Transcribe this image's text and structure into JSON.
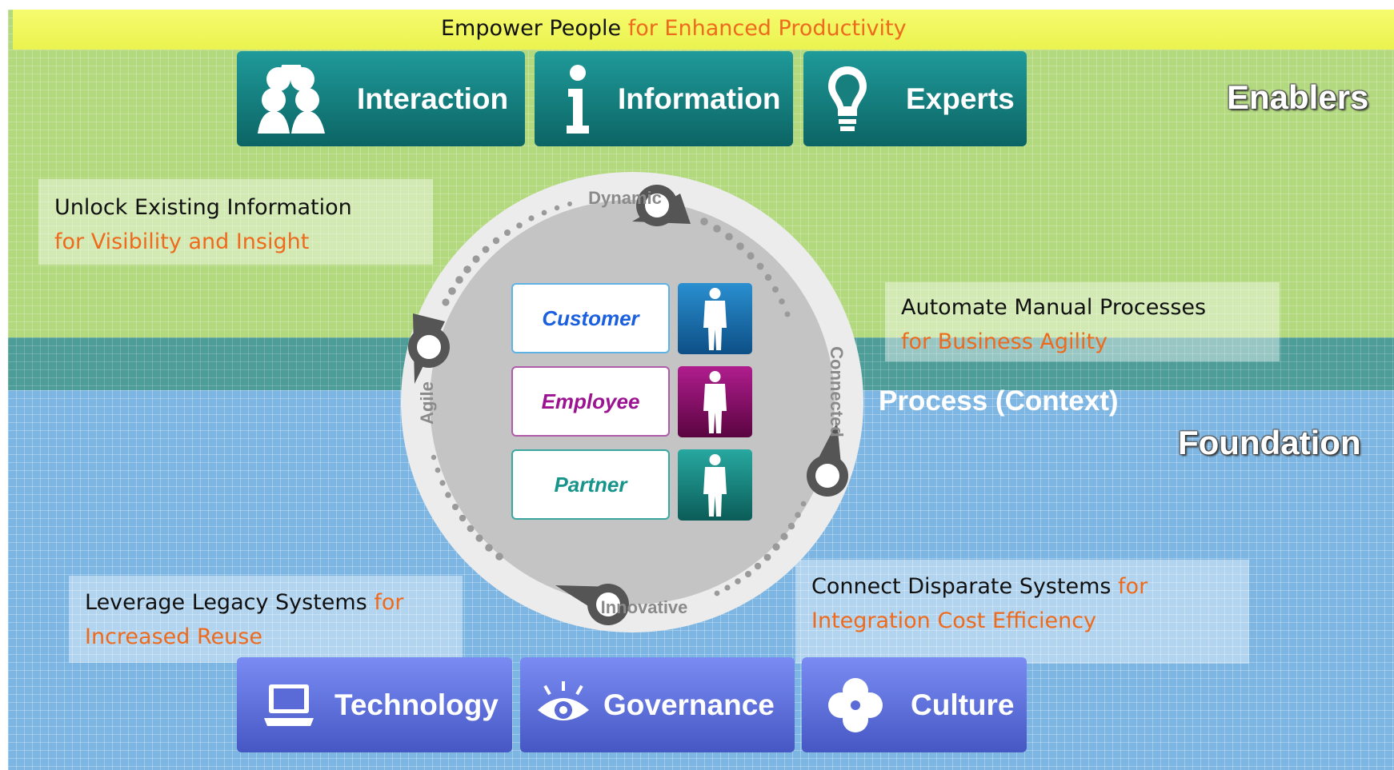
{
  "banner": {
    "text_dark": "Empower People",
    "text_orange": "for Enhanced Productivity"
  },
  "enablers": {
    "label": "Enablers",
    "tiles": [
      {
        "label": "Interaction",
        "icon": "people-icon"
      },
      {
        "label": "Information",
        "icon": "info-icon"
      },
      {
        "label": "Experts",
        "icon": "lightbulb-icon"
      }
    ]
  },
  "process_label": "Process (Context)",
  "foundation": {
    "label": "Foundation",
    "tiles": [
      {
        "label": "Technology",
        "icon": "laptop-icon"
      },
      {
        "label": "Governance",
        "icon": "eye-icon"
      },
      {
        "label": "Culture",
        "icon": "flower-icon"
      }
    ]
  },
  "ring_labels": {
    "top": "Dynamic",
    "right": "Connected",
    "bottom": "Innovative",
    "left": "Agile"
  },
  "personas": [
    {
      "label": "Customer",
      "color": "#1a5fe0",
      "gradient": [
        "#2a8fd0",
        "#0d4f86"
      ]
    },
    {
      "label": "Employee",
      "color": "#9b1390",
      "gradient": [
        "#b01d8e",
        "#5a0440"
      ]
    },
    {
      "label": "Partner",
      "color": "#16948a",
      "gradient": [
        "#27a8a0",
        "#0b5c58"
      ]
    }
  ],
  "notes": {
    "unlock": {
      "line_dark": "Unlock Existing Information",
      "line_orange": "for Visibility and Insight"
    },
    "automate": {
      "line_dark": "Automate Manual Processes",
      "line_orange": "for Business Agility"
    },
    "leverage": {
      "line_dark": "Leverage Legacy Systems",
      "line_orange": "for",
      "line_orange_2": "Increased Reuse"
    },
    "connect": {
      "line_dark": "Connect Disparate Systems",
      "line_orange": "for",
      "line_orange_2": "Integration Cost Efficiency"
    }
  },
  "colors": {
    "enablers_bg": "#b2d97e",
    "process_bg": "#4e9d98",
    "foundation_bg": "#7db6e2",
    "banner_bg": "#f3f960",
    "accent_orange": "#ee6a1c",
    "enabler_tile": "#127b7b",
    "foundation_tile": "#5a6bd8"
  }
}
